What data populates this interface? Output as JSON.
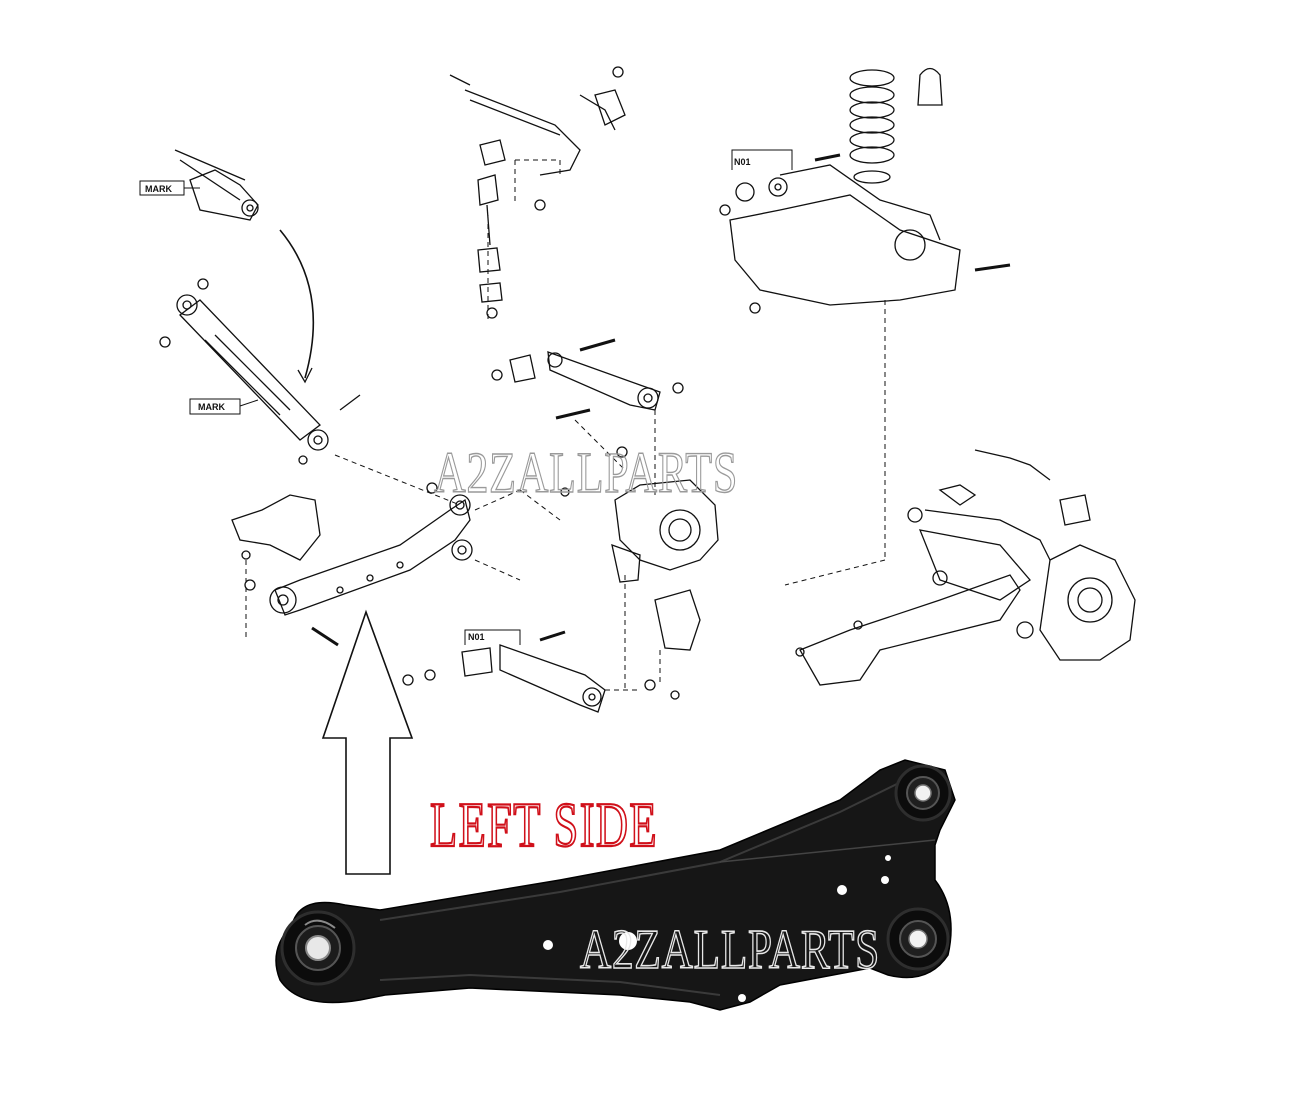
{
  "labels": {
    "mark_top": "MARK",
    "mark_shock": "MARK",
    "n01_upper": "N01",
    "n01_lower": "N01"
  },
  "watermark_top": "A2ZALLPARTS",
  "watermark_photo": "A2ZALLPARTS",
  "side_label": "LEFT SIDE",
  "colors": {
    "side_label": "#d0101a",
    "line_art": "#111111",
    "part_photo": "#151515"
  }
}
